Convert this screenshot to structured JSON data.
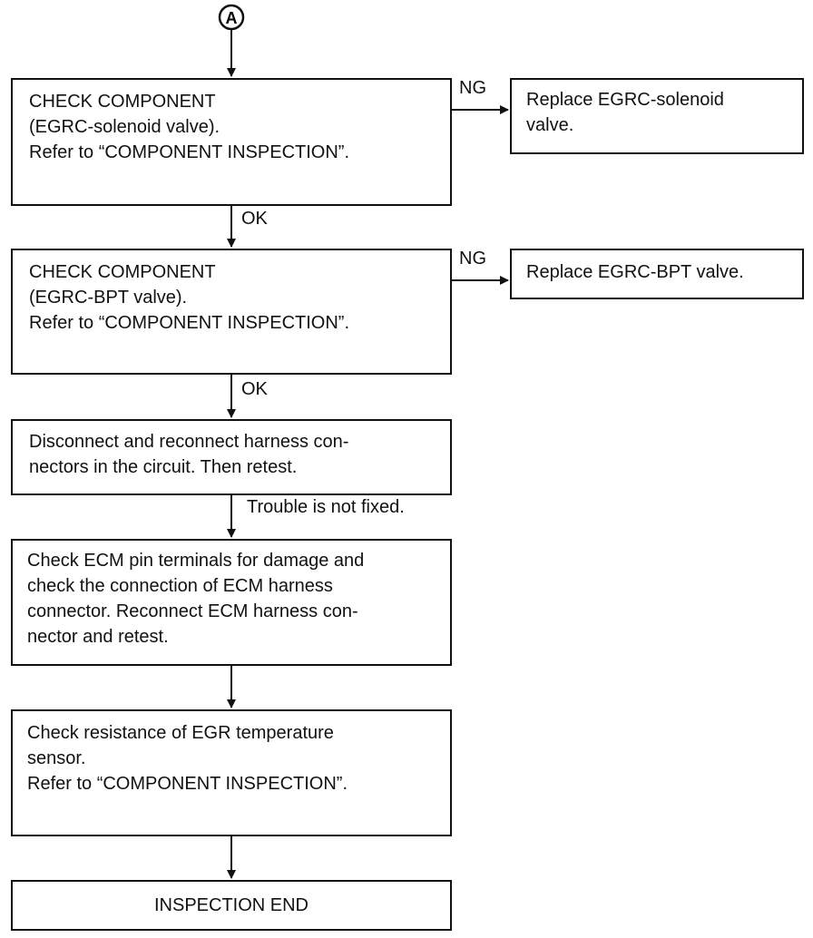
{
  "connector": "A",
  "steps": [
    {
      "lines": [
        "CHECK COMPONENT",
        "(EGRC-solenoid valve).",
        "Refer to “COMPONENT INSPECTION”."
      ]
    },
    {
      "lines": [
        "CHECK COMPONENT",
        "(EGRC-BPT valve).",
        "Refer to “COMPONENT INSPECTION”."
      ]
    },
    {
      "lines": [
        "Disconnect and reconnect harness con-",
        "nectors in the circuit. Then retest."
      ]
    },
    {
      "lines": [
        "Check ECM pin terminals for damage and",
        "check the connection of ECM harness",
        "connector. Reconnect ECM harness con-",
        "nector and retest."
      ]
    },
    {
      "lines": [
        "Check resistance of EGR temperature",
        "sensor.",
        "Refer to “COMPONENT INSPECTION”."
      ]
    },
    {
      "lines": [
        "INSPECTION END"
      ]
    }
  ],
  "side_results": [
    {
      "lines": [
        "Replace EGRC-solenoid",
        "valve."
      ]
    },
    {
      "lines": [
        "Replace EGRC-BPT valve."
      ]
    }
  ],
  "labels": {
    "ng1": "NG",
    "ng2": "NG",
    "ok1": "OK",
    "ok2": "OK",
    "not_fixed": "Trouble is not fixed."
  }
}
